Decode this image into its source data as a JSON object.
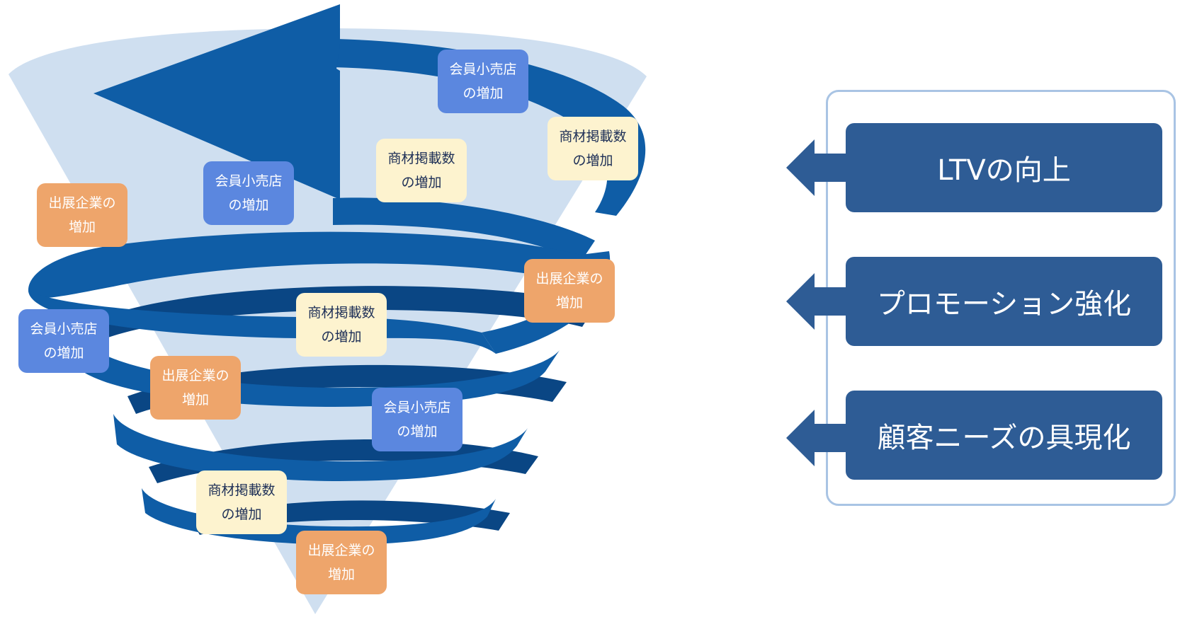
{
  "colors": {
    "funnel": "#cfdff0",
    "spiral_front": "#0f5da6",
    "spiral_back": "#0a4684",
    "retailer_tag": "#5b87df",
    "product_tag": "#fdf3cf",
    "exhibitor_tag": "#eea56b",
    "goal_box": "#2e5c95",
    "panel_border": "#a9c4e4"
  },
  "tags": [
    {
      "kind": "retailer",
      "line1": "会員小売店",
      "line2": "の増加"
    },
    {
      "kind": "product",
      "line1": "商材掲載数",
      "line2": "の増加"
    },
    {
      "kind": "product",
      "line1": "商材掲載数",
      "line2": "の増加"
    },
    {
      "kind": "retailer",
      "line1": "会員小売店",
      "line2": "の増加"
    },
    {
      "kind": "exhibitor",
      "line1": "出展企業の",
      "line2": "増加"
    },
    {
      "kind": "exhibitor",
      "line1": "出展企業の",
      "line2": "増加"
    },
    {
      "kind": "product",
      "line1": "商材掲載数",
      "line2": "の増加"
    },
    {
      "kind": "retailer",
      "line1": "会員小売店",
      "line2": "の増加"
    },
    {
      "kind": "exhibitor",
      "line1": "出展企業の",
      "line2": "増加"
    },
    {
      "kind": "retailer",
      "line1": "会員小売店",
      "line2": "の増加"
    },
    {
      "kind": "product",
      "line1": "商材掲載数",
      "line2": "の増加"
    },
    {
      "kind": "exhibitor",
      "line1": "出展企業の",
      "line2": "増加"
    }
  ],
  "goals": [
    {
      "label": "LTVの向上"
    },
    {
      "label": "プロモーション強化"
    },
    {
      "label": "顧客ニーズの具現化"
    }
  ]
}
